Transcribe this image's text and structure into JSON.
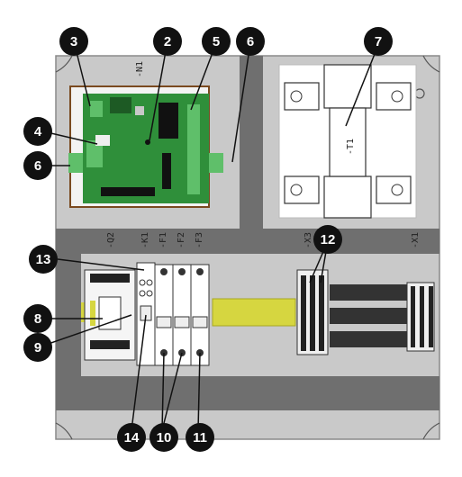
{
  "colors": {
    "panel": "#c9c9c9",
    "panel_dark": "#7a7a7a",
    "duct": "#6f6f6f",
    "pcb": "#2f8f3a",
    "terminal_green": "#5fbf6a",
    "din_rail": "#d6d640",
    "callout_fill": "#111111",
    "callout_text": "#ffffff"
  },
  "component_labels": {
    "n1": "-N1",
    "t1": "-T1",
    "q2": "-Q2",
    "k1": "-K1",
    "f1": "-F1",
    "f2": "-F2",
    "f3": "-F3",
    "x3": "-X3",
    "x1": "-X1"
  },
  "callouts": [
    {
      "id": "c1",
      "label": "3"
    },
    {
      "id": "c2",
      "label": "2"
    },
    {
      "id": "c3",
      "label": "5"
    },
    {
      "id": "c4",
      "label": "6"
    },
    {
      "id": "c5",
      "label": "7"
    },
    {
      "id": "c6",
      "label": "4"
    },
    {
      "id": "c7",
      "label": "6"
    },
    {
      "id": "c8",
      "label": "12"
    },
    {
      "id": "c9",
      "label": "13"
    },
    {
      "id": "c10",
      "label": "8"
    },
    {
      "id": "c11",
      "label": "9"
    },
    {
      "id": "c12",
      "label": "14"
    },
    {
      "id": "c13",
      "label": "10"
    },
    {
      "id": "c14",
      "label": "11"
    }
  ]
}
